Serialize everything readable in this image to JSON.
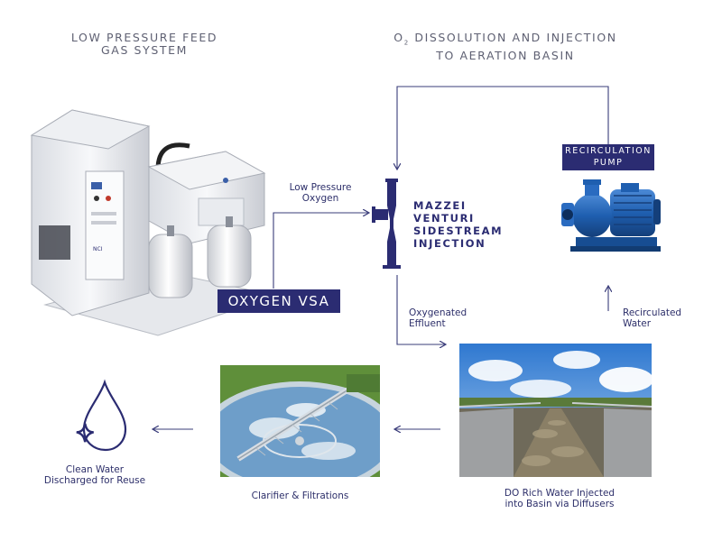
{
  "headers": {
    "feed_gas": [
      "LOW PRESSURE FEED",
      "GAS SYSTEM"
    ],
    "o2_line1_o": "O",
    "o2_line1_sub": "2",
    "o2_line1_rest": " DISSOLUTION AND INJECTION",
    "o2_line2": "TO AERATION BASIN"
  },
  "labels": {
    "low_pressure_oxygen": [
      "Low Pressure",
      "Oxygen"
    ],
    "oxygen_vsa": "OXYGEN VSA",
    "mazzei": [
      "MAZZEI",
      "VENTURI",
      "SIDESTREAM",
      "INJECTION"
    ],
    "recirculation_pump": [
      "RECIRCULATION",
      "PUMP"
    ],
    "oxygenated_effluent": [
      "Oxygenated",
      "Effluent"
    ],
    "recirculated_water": [
      "Recirculated",
      "Water"
    ],
    "do_rich_water": [
      "DO Rich Water Injected",
      "into Basin via Diffusers"
    ],
    "clarifier": "Clarifier & Filtrations",
    "clean_water": [
      "Clean Water",
      "Discharged for Reuse"
    ],
    "vsa_brand": "NCI"
  },
  "colors": {
    "navy": "#2b2c72",
    "arrow": "#3a3c7a",
    "pump_blue": "#1f5fb0"
  },
  "icons": [
    "water-drop-icon",
    "sparkle-icon"
  ]
}
